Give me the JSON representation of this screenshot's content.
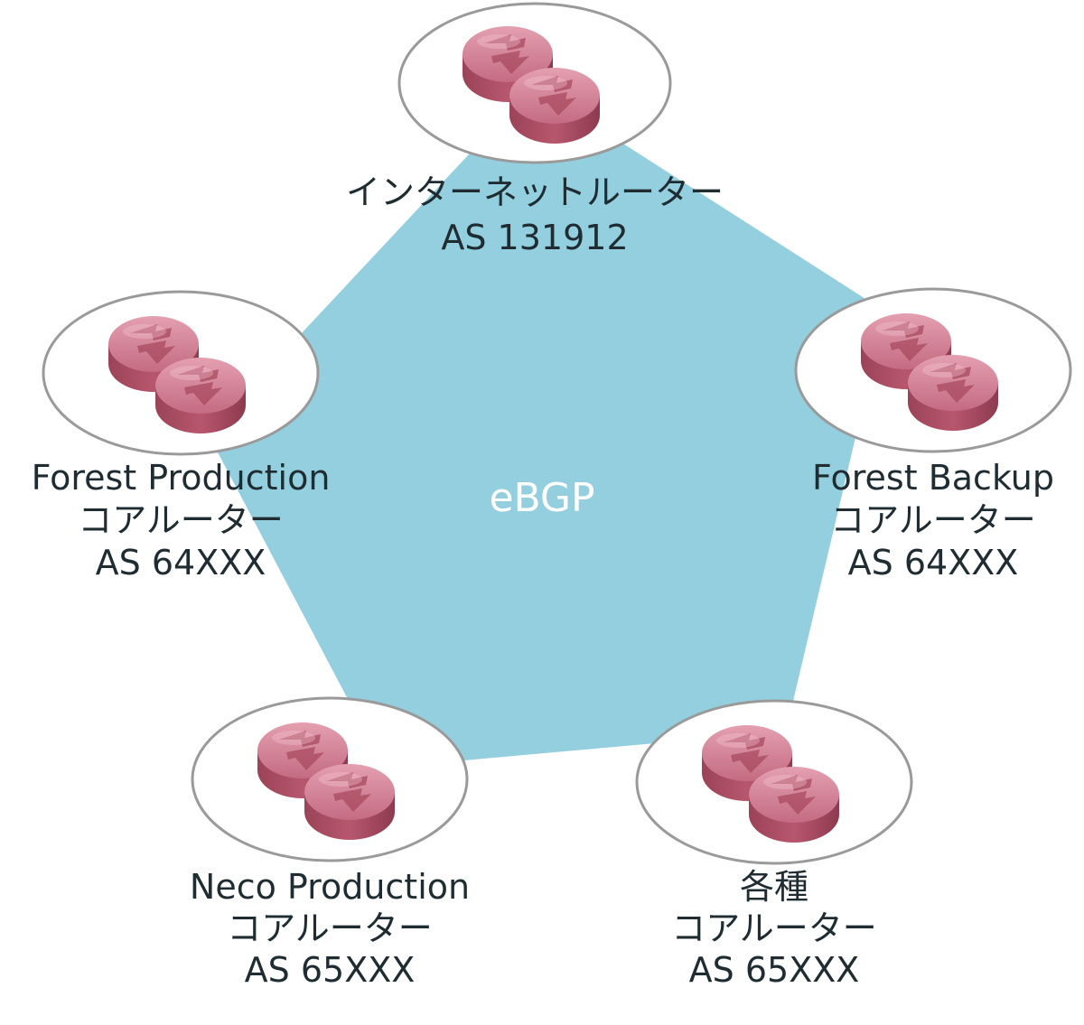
{
  "diagram": {
    "center_label": "eBGP",
    "colors": {
      "pentagon": "#93cfdf",
      "ellipse_fill": "#ffffff",
      "ellipse_stroke": "#9a9a9a",
      "router_light": "#d98a9c",
      "router_dark": "#a8495f",
      "label_text": "#1f2d33",
      "center_text": "#ffffff"
    },
    "nodes": [
      {
        "id": "internet",
        "icon": "router-pair-icon",
        "lines": [
          "インターネットルーター",
          "AS 131912"
        ]
      },
      {
        "id": "forest-production",
        "icon": "router-pair-icon",
        "lines": [
          "Forest Production",
          "コアルーター",
          "AS 64XXX"
        ]
      },
      {
        "id": "forest-backup",
        "icon": "router-pair-icon",
        "lines": [
          "Forest Backup",
          "コアルーター",
          "AS 64XXX"
        ]
      },
      {
        "id": "neco-production",
        "icon": "router-pair-icon",
        "lines": [
          "Neco Production",
          "コアルーター",
          "AS 65XXX"
        ]
      },
      {
        "id": "various",
        "icon": "router-pair-icon",
        "lines": [
          "各種",
          "コアルーター",
          "AS 65XXX"
        ]
      }
    ]
  }
}
